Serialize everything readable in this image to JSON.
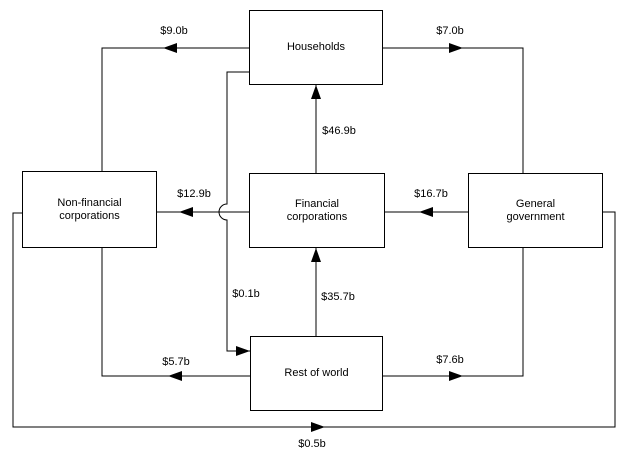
{
  "diagram": {
    "description_type": "sector-flow-diagram",
    "nodes": {
      "households": {
        "label": "Households"
      },
      "non_financial": {
        "label": "Non-financial corporations"
      },
      "financial": {
        "label": "Financial corporations"
      },
      "general_government": {
        "label": "General government"
      },
      "rest_of_world": {
        "label": "Rest of world"
      }
    },
    "flows": [
      {
        "from": "households",
        "to": "non_financial",
        "amount": "$9.0b"
      },
      {
        "from": "households",
        "to": "general_government",
        "amount": "$7.0b"
      },
      {
        "from": "financial",
        "to": "households",
        "amount": "$46.9b"
      },
      {
        "from": "financial",
        "to": "non_financial",
        "amount": "$12.9b"
      },
      {
        "from": "general_government",
        "to": "financial",
        "amount": "$16.7b"
      },
      {
        "from": "households",
        "to": "rest_of_world",
        "amount": "$0.1b"
      },
      {
        "from": "rest_of_world",
        "to": "financial",
        "amount": "$35.7b"
      },
      {
        "from": "rest_of_world",
        "to": "non_financial",
        "amount": "$5.7b"
      },
      {
        "from": "rest_of_world",
        "to": "general_government",
        "amount": "$7.6b"
      },
      {
        "from": "non_financial",
        "to": "general_government",
        "amount": "$0.5b"
      }
    ],
    "colors": {
      "line": "#000000",
      "background": "#ffffff",
      "box_fill": "#ffffff"
    }
  }
}
